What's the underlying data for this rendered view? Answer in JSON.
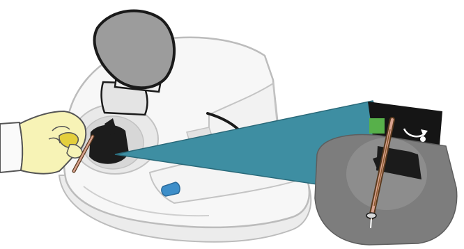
{
  "figure": {
    "colors": {
      "instrument_body": "#f7f7f7",
      "instrument_outline": "#bcbcbc",
      "lid": "#9c9c9c",
      "lid_outline": "#1a1a1a",
      "well_dark": "#1c1c1c",
      "zoom_beam": "#3e8ea2",
      "zoom_beam_outline": "#2a6a7a",
      "cylinder_side": "#7d7d7d",
      "cylinder_top": "#9a9a9a",
      "dark_panel": "#151515",
      "indicator_green": "#57b04a",
      "button_blue": "#3d8ec9",
      "hand_skin": "#f7f3b6",
      "hand_outline": "#555555",
      "tube_brown": "#8c5a2e",
      "tube_pink": "#d8a28f",
      "tube_tip": "#d9d9d9"
    },
    "icons": [
      "instrument-body",
      "instrument-lid",
      "gloved-hand",
      "sample-tube",
      "zoom-beam",
      "zoom-detail-cylinder",
      "green-indicator",
      "rotation-arrow-icon",
      "blue-button"
    ]
  }
}
